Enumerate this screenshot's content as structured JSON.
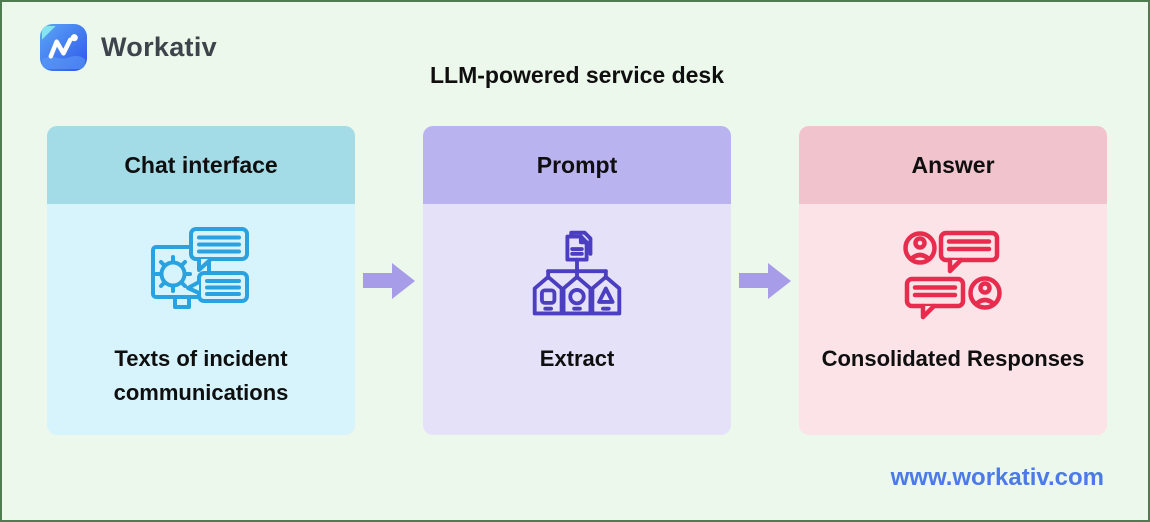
{
  "brand": {
    "name": "Workativ",
    "logo_icon": "workativ-logo"
  },
  "title": "LLM-powered service desk",
  "cards": [
    {
      "header": "Chat interface",
      "label": "Texts of incident communications",
      "icon": "monitor-gear-chat-icon",
      "header_color": "#A3DBE7",
      "body_color": "#D7F3FB",
      "icon_color": "#2AA2DF"
    },
    {
      "header": "Prompt",
      "label": "Extract",
      "icon": "document-classification-icon",
      "header_color": "#B9B4EF",
      "body_color": "#E4E1F9",
      "icon_color": "#4B3EC0"
    },
    {
      "header": "Answer",
      "label": "Consolidated Responses",
      "icon": "chat-responses-icon",
      "header_color": "#F1C3CC",
      "body_color": "#FBE3E8",
      "icon_color": "#E72C4E"
    }
  ],
  "arrows": {
    "direction": "right",
    "color": "#A79CE7"
  },
  "footer": {
    "website": "www.workativ.com",
    "link_color": "#4C7AE8"
  },
  "colors": {
    "background": "#ECF8EB",
    "border": "#4E7B50",
    "text": "#0F0F0F"
  }
}
